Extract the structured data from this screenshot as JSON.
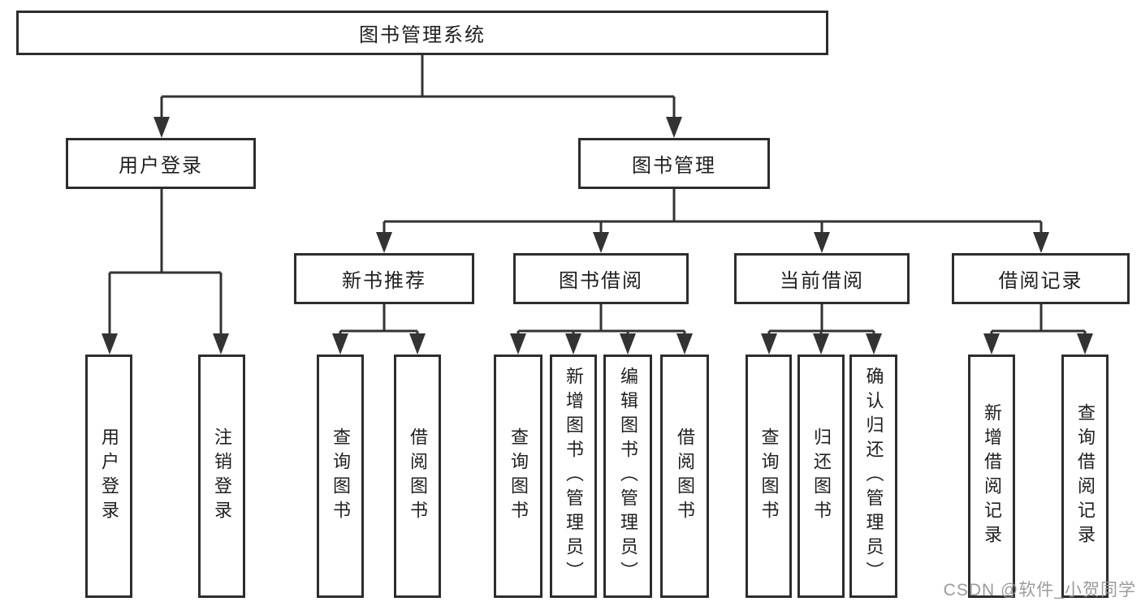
{
  "tree": {
    "label": "图书管理系统",
    "children": [
      {
        "label": "用户登录",
        "children": [
          {
            "label": "用户登录"
          },
          {
            "label": "注销登录"
          }
        ]
      },
      {
        "label": "图书管理",
        "children": [
          {
            "label": "新书推荐",
            "children": [
              {
                "label": "查询图书"
              },
              {
                "label": "借阅图书"
              }
            ]
          },
          {
            "label": "图书借阅",
            "children": [
              {
                "label": "查询图书"
              },
              {
                "label": "新增图书（管理员）"
              },
              {
                "label": "编辑图书（管理员）"
              },
              {
                "label": "借阅图书"
              }
            ]
          },
          {
            "label": "当前借阅",
            "children": [
              {
                "label": "查询图书"
              },
              {
                "label": "归还图书"
              },
              {
                "label": "确认归还（管理员）"
              }
            ]
          },
          {
            "label": "借阅记录",
            "children": [
              {
                "label": "新增借阅记录"
              },
              {
                "label": "查询借阅记录"
              }
            ]
          }
        ]
      }
    ]
  },
  "watermark": {
    "text": "CSDN @软件_小贺同学"
  },
  "colors": {
    "line": "#333333",
    "box_border": "#2d2d2d",
    "text": "#1f1f1f",
    "watermark": "#9b9494",
    "background": "#ffffff"
  }
}
